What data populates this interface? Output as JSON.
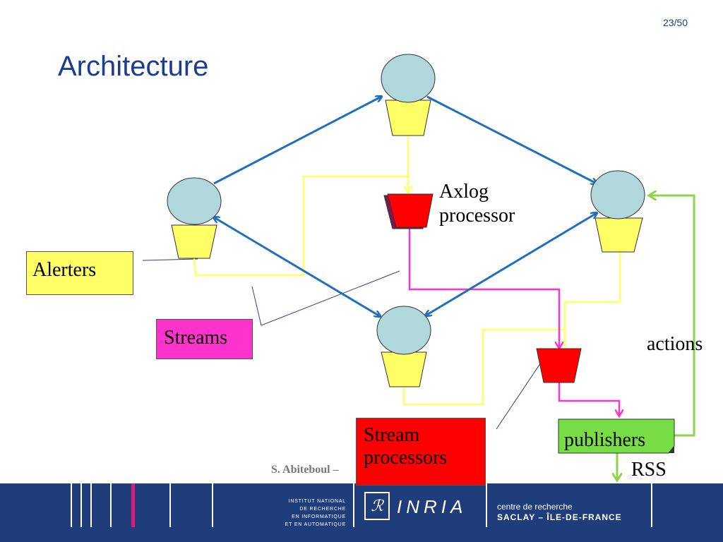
{
  "page_number": "23/50",
  "title": "Architecture",
  "labels": {
    "alerters": "Alerters",
    "streams": "Streams",
    "axlog_line1": "Axlog",
    "axlog_line2": "processor",
    "stream_processors_line1": "Stream",
    "stream_processors_line2": "processors",
    "actions": "actions",
    "publishers": "publishers",
    "rss": "RSS"
  },
  "author": "S. Abiteboul –",
  "footer": {
    "institute_lines": [
      "INSTITUT NATIONAL",
      "DE RECHERCHE",
      "EN INFORMATIQUE",
      "ET EN AUTOMATIQUE"
    ],
    "logo_text": "INRIA",
    "centre_line1": "centre de recherche",
    "centre_line2": "SACLAY – ÎLE-DE-FRANCE"
  },
  "colors": {
    "title": "#1a3d8f",
    "node_circle": "#b0d8dc",
    "node_bucket": "#ffff66",
    "processor": "#ff0000",
    "blue_arrow": "#1f6fbf",
    "yellow_line": "#ffff66",
    "pink_arrow": "#ff33cc",
    "green_arrow": "#8cd44a",
    "publishers_bg": "#77dd44",
    "footer_bg": "#1f3d7a"
  }
}
